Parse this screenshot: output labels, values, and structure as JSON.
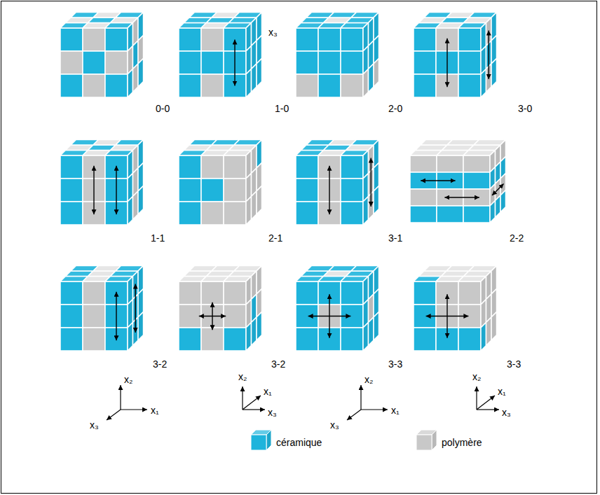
{
  "diagram": {
    "labels": [
      "x₃",
      "0-0",
      "1-0",
      "2-0",
      "3-0",
      "1-1",
      "2-1",
      "3-1",
      "2-2",
      "3-2",
      "3-2",
      "3-3",
      "3-3",
      "x₂",
      "x₁",
      "x₃",
      "x₂",
      "x₁",
      "x₃",
      "x₂",
      "x₁",
      "x₃",
      "x₂",
      "x₁",
      "x₃"
    ],
    "legend": [
      {
        "text": "céramique",
        "color": "#1eb4dc"
      },
      {
        "text": "polymère",
        "color": "#c8c8c8"
      }
    ]
  }
}
